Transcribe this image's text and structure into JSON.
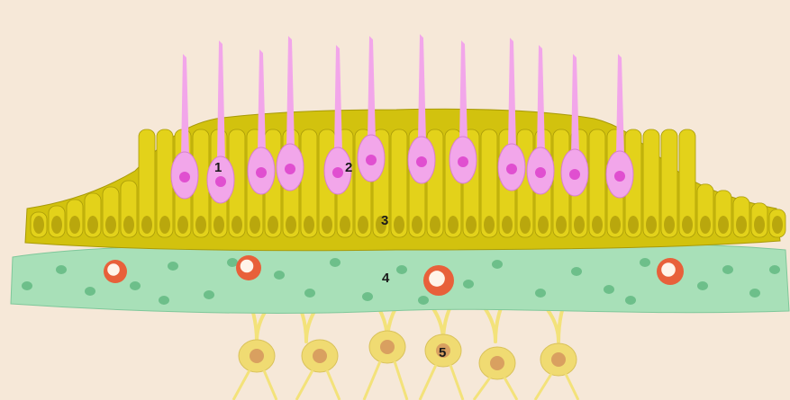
{
  "labels": {
    "l1": "1",
    "l2": "2",
    "l3": "3",
    "l4": "4",
    "l5": "5"
  },
  "colors": {
    "background": "#f6e8d8",
    "receptor_cell": "#f2a6ea",
    "receptor_nucleus": "#e04fd0",
    "supporting_cell": "#d2c20e",
    "supporting_nucleus": "#9c8a05",
    "lamina_propria": "#a8e0b8",
    "lamina_dots": "#6dbf8a",
    "vessel": "#e8603a",
    "axon": "#f3e27a",
    "neuron_body": "#f0db72",
    "neuron_nucleus": "#d9a060"
  }
}
